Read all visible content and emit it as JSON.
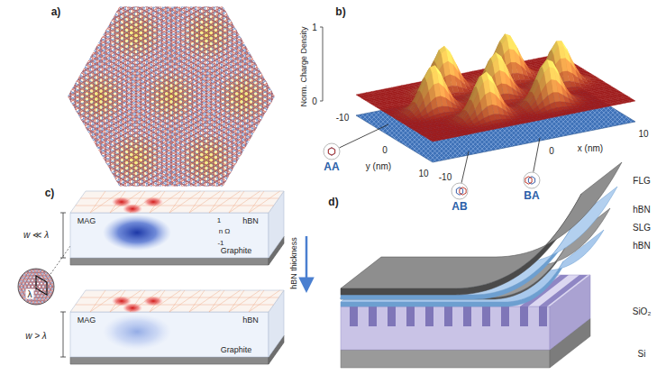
{
  "diagram": {
    "labels": [
      "a)",
      "b)",
      "Norm. Charge Density",
      "1",
      "0",
      "-10",
      "0",
      "10",
      "y (nm)",
      "-10",
      "0",
      "x (nm)",
      "10",
      "AA",
      "AB",
      "BA",
      "c)",
      "w ≪ λ",
      "MAG",
      "hBN",
      "Graphite",
      "λ",
      "1",
      "n Ω",
      "-1",
      "hBN thickness",
      "w > λ",
      "MAG",
      "hBN",
      "Graphite",
      "d)",
      "FLG",
      "hBN",
      "SLG",
      "hBN",
      "SiO₂",
      "Si"
    ]
  }
}
